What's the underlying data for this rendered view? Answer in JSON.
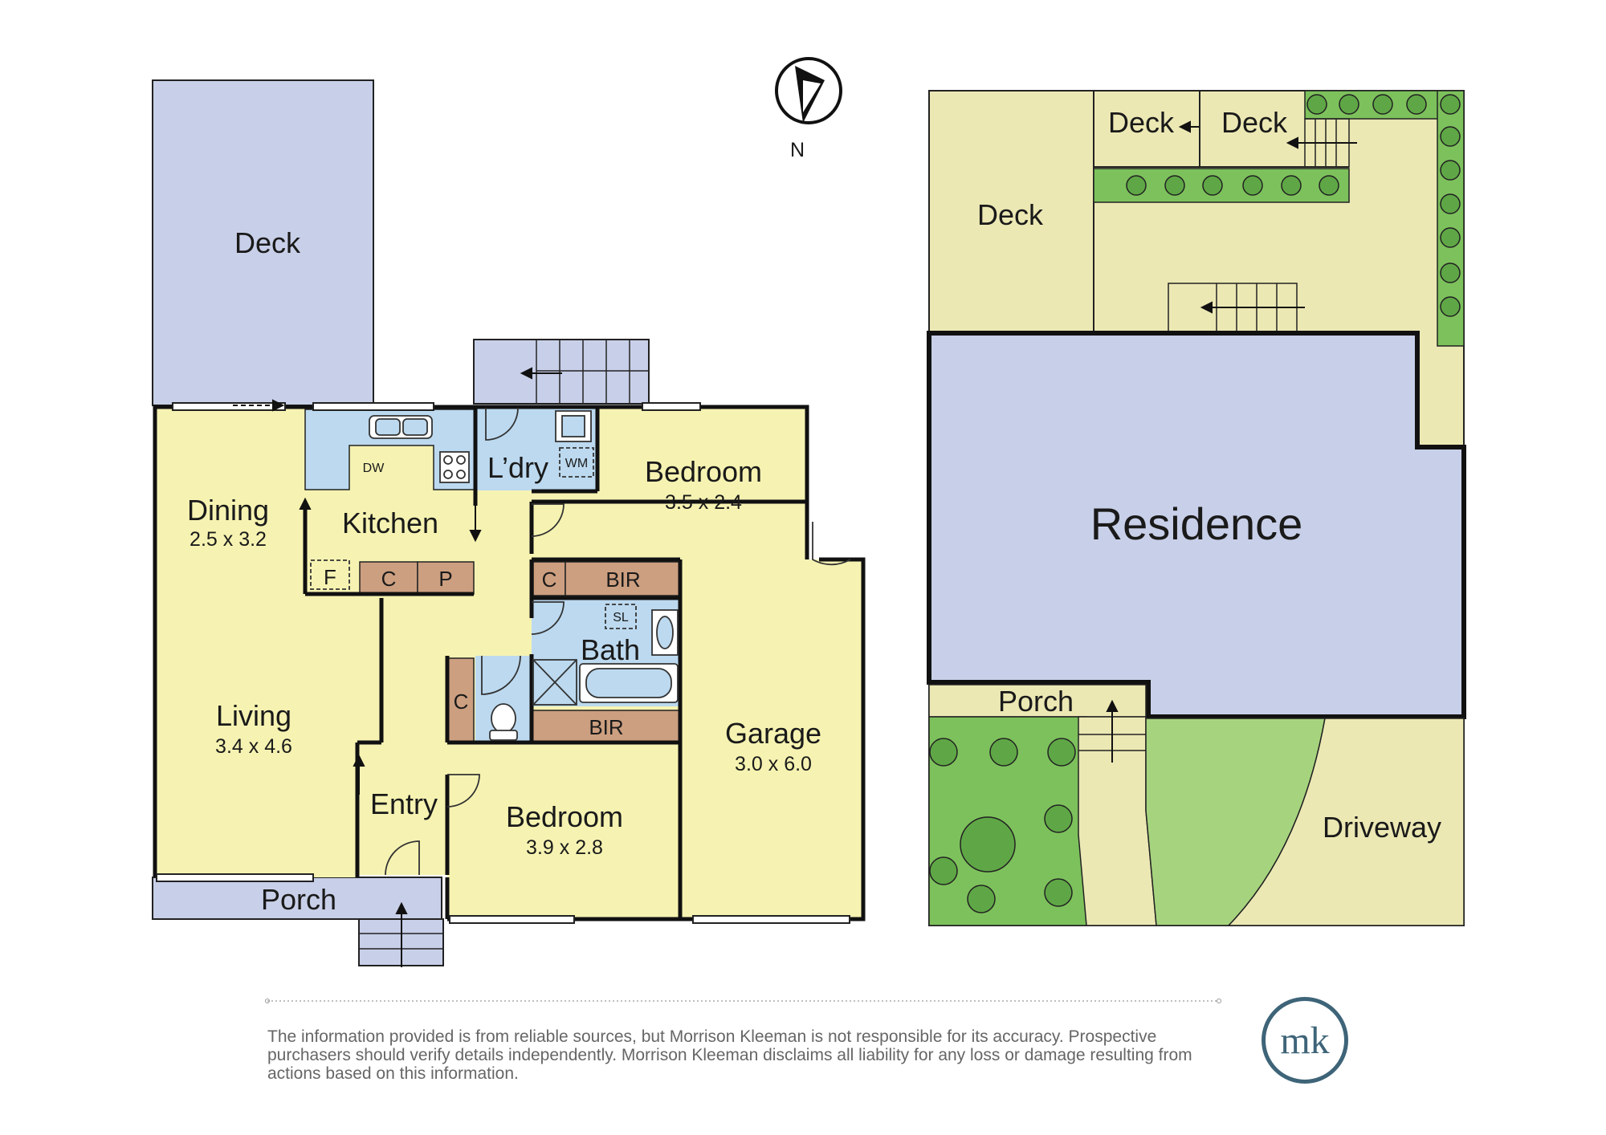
{
  "compass": {
    "label": "N"
  },
  "floor_plan": {
    "rooms": {
      "deck": {
        "name": "Deck"
      },
      "dining": {
        "name": "Dining",
        "size": "2.5 x 3.2"
      },
      "kitchen": {
        "name": "Kitchen"
      },
      "laundry": {
        "name": "L’dry"
      },
      "bedroom_top": {
        "name": "Bedroom",
        "size": "3.5 x 2.4"
      },
      "living": {
        "name": "Living",
        "size": "3.4 x 4.6"
      },
      "bath": {
        "name": "Bath"
      },
      "garage": {
        "name": "Garage",
        "size": "3.0 x 6.0"
      },
      "entry": {
        "name": "Entry"
      },
      "bedroom_bottom": {
        "name": "Bedroom",
        "size": "3.9 x 2.8"
      },
      "porch": {
        "name": "Porch"
      }
    },
    "fixtures": {
      "dishwasher": "DW",
      "washing_machine": "WM",
      "fridge": "F",
      "cupboard": "C",
      "pantry": "P",
      "built_in_robe": "BIR",
      "shower": "SL"
    }
  },
  "site_plan": {
    "deck_left": "Deck",
    "deck_mid": "Deck",
    "deck_right": "Deck",
    "residence": "Residence",
    "porch": "Porch",
    "driveway": "Driveway"
  },
  "disclaimer": "The information provided is from reliable sources, but Morrison Kleeman is not responsible for its accuracy. Prospective purchasers should verify details independently. Morrison Kleeman disclaims all liability for any loss or damage resulting from actions based on this information.",
  "logo": {
    "text": "mk"
  },
  "colors": {
    "deck_blue": "#c8cfe8",
    "room_yellow": "#f6f3b2",
    "wet_blue": "#bcd9ef",
    "cabinet_brown": "#cc9f80",
    "site_beige": "#ece8b4",
    "garden_green": "#7dc15c",
    "lawn_green": "#a6d47e",
    "logo_teal": "#3e6478"
  }
}
